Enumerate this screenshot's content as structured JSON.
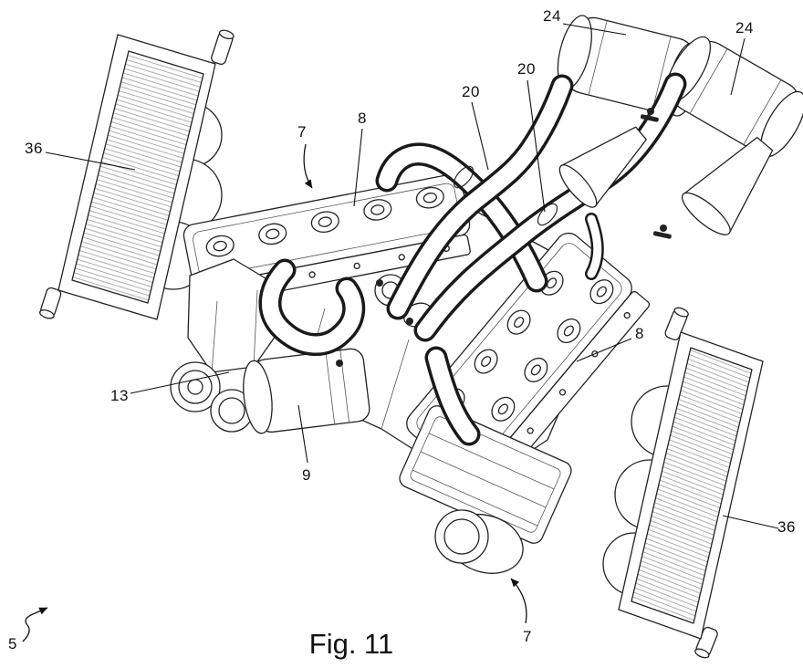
{
  "figure": {
    "caption": "Fig. 11"
  },
  "labels": {
    "radiator_left": "36",
    "cylinder_bank_left": "7",
    "valve_cover_left": "8",
    "exhaust_line_left": "20",
    "exhaust_line_right": "20",
    "muffler_left": "24",
    "muffler_right": "24",
    "valve_cover_right": "8",
    "radiator_right": "36",
    "gearbox": "13",
    "silencer": "9",
    "powertrain_assembly": "5",
    "cylinder_bank_right": "7"
  },
  "colors": {
    "line": "#1a1a1a",
    "background": "#ffffff"
  }
}
